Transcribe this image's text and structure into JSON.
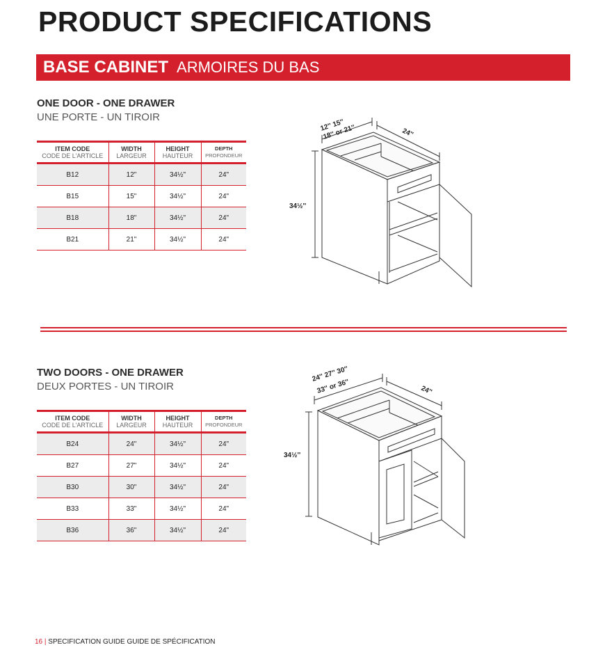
{
  "title": "PRODUCT SPECIFICATIONS",
  "banner": {
    "en": "BASE CABINET",
    "fr": "ARMOIRES DU BAS"
  },
  "table_headers": [
    {
      "en": "ITEM CODE",
      "fr": "CODE DE L'ARTICLE"
    },
    {
      "en": "WIDTH",
      "fr": "LARGEUR"
    },
    {
      "en": "HEIGHT",
      "fr": "HAUTEUR"
    },
    {
      "en": "DEPTH",
      "fr": "PROFONDEUR"
    }
  ],
  "sections": [
    {
      "heading_en": "ONE DOOR - ONE DRAWER",
      "heading_fr": "UNE PORTE - UN TIROIR",
      "rows": [
        [
          "B12",
          "12\"",
          "34½\"",
          "24\""
        ],
        [
          "B15",
          "15\"",
          "34½\"",
          "24\""
        ],
        [
          "B18",
          "18\"",
          "34½\"",
          "24\""
        ],
        [
          "B21",
          "21\"",
          "34½\"",
          "24\""
        ]
      ],
      "drawing": {
        "width_line1": "12'' 15''",
        "width_line2": "18'' or 21''",
        "depth": "24''",
        "height": "34½''"
      }
    },
    {
      "heading_en": "TWO DOORS - ONE DRAWER",
      "heading_fr": "DEUX PORTES - UN TIROIR",
      "rows": [
        [
          "B24",
          "24\"",
          "34½\"",
          "24\""
        ],
        [
          "B27",
          "27\"",
          "34½\"",
          "24\""
        ],
        [
          "B30",
          "30\"",
          "34½\"",
          "24\""
        ],
        [
          "B33",
          "33\"",
          "34½\"",
          "24\""
        ],
        [
          "B36",
          "36\"",
          "34½\"",
          "24\""
        ]
      ],
      "drawing": {
        "width_line1": "24'' 27'' 30''",
        "width_line2": "33'' or 36''",
        "depth": "24''",
        "height": "34½''"
      }
    }
  ],
  "footer": {
    "page": "16",
    "sep": "|",
    "en": "SPECIFICATION GUIDE",
    "fr": "GUIDE DE SPÉCIFICATION"
  },
  "colors": {
    "accent": "#d3202c"
  }
}
